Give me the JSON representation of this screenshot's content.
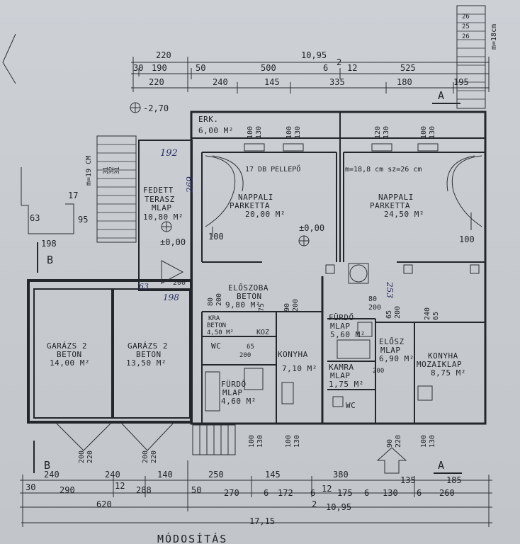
{
  "plan": {
    "dims_top_row1": [
      "220",
      "10,95"
    ],
    "dims_top_row2": [
      "30",
      "190",
      "50",
      "500",
      "6",
      "2",
      "12",
      "525"
    ],
    "dims_top_row3": [
      "220",
      "240",
      "145",
      "335",
      "180",
      "195"
    ],
    "level_label": "-2,70",
    "section_a": "A",
    "section_b": "B",
    "stair_right_note": "m=18cm",
    "stair_right_steps": [
      "26",
      "25",
      "26"
    ],
    "stair_left_note": "m=19 CM",
    "stair_left_steps": [
      "31",
      "32",
      "31"
    ],
    "left_marks": [
      "17",
      "63",
      "95",
      "198"
    ],
    "rooms": [
      {
        "name_line1": "ERK.",
        "name_line2": "6,00 M²"
      },
      {
        "name_line1": "FEDETT",
        "name_line2": "TERASZ",
        "name_line3": "MLAP",
        "name_line4": "10,80 M²"
      },
      {
        "name_line1": "NAPPALI",
        "name_line2": "PARKETTA",
        "name_line3": "20,00 M²"
      },
      {
        "name_line1": "NAPPALI",
        "name_line2": "PARKETTA",
        "name_line3": "24,50 M²"
      },
      {
        "name_line1": "ELŐSZOBA",
        "name_line2": "BETON",
        "name_line3": "9,80 M²"
      },
      {
        "name_line1": "KRA",
        "name_line2": "BETON",
        "name_line3": "4,50 M²"
      },
      {
        "name_line1": "KOZ"
      },
      {
        "name_line1": "WC"
      },
      {
        "name_line1": "FÜRDŐ",
        "name_line2": "MLAP",
        "name_line3": "4,60 M²"
      },
      {
        "name_line1": "KONYHA",
        "name_line2": "7,10 M²"
      },
      {
        "name_line1": "FÜRDŐ",
        "name_line2": "MLAP",
        "name_line3": "5,60 M²"
      },
      {
        "name_line1": "ELŐSZ",
        "name_line2": "MLAP",
        "name_line3": "6,90 M²"
      },
      {
        "name_line1": "KAMRA",
        "name_line2": "MLAP",
        "name_line3": "1,75 M²"
      },
      {
        "name_line1": "WC"
      },
      {
        "name_line1": "KONYHA",
        "name_line2": "MOZAIKLAP",
        "name_line3": "8,75 M²"
      },
      {
        "name_line1": "GARÁZS 2",
        "name_line2": "BETON",
        "name_line3": "14,00 M²"
      },
      {
        "name_line1": "GARÁZS 2",
        "name_line2": "BETON",
        "name_line3": "13,50 M²"
      }
    ],
    "stair_inner_left_note": "17 DB PELLEPŐ",
    "stair_inner_right_note": "m=18,8 cm  sz=26 cm",
    "level_zero_a": "±0,00",
    "level_zero_b": "±0,00",
    "hand_192": "192",
    "hand_198": "198",
    "hand_63": "63",
    "hand_269": "269",
    "hand_253": "253",
    "window_pairs": [
      [
        "100",
        "130"
      ],
      [
        "100",
        "130"
      ],
      [
        "120",
        "130"
      ],
      [
        "100",
        "130"
      ]
    ],
    "interior_dims": [
      "200",
      "100",
      "100",
      "80",
      "200",
      "90",
      "200",
      "75",
      "200",
      "65",
      "200",
      "80",
      "200",
      "65",
      "200",
      "240",
      "65",
      "200"
    ],
    "bottom_windows": [
      [
        "200",
        "220"
      ],
      [
        "200",
        "220"
      ],
      [
        "100",
        "130"
      ],
      [
        "100",
        "130"
      ],
      [
        "90",
        "220"
      ],
      [
        "100",
        "130"
      ]
    ],
    "dims_bottom_row1": [
      "240",
      "240",
      "140",
      "250",
      "145",
      "380",
      "135",
      "185"
    ],
    "dims_bottom_row2": [
      "30",
      "290",
      "12",
      "288",
      "50",
      "270",
      "6",
      "172",
      "6",
      "12",
      "175",
      "6",
      "130",
      "6",
      "260"
    ],
    "dims_bottom_row3": [
      "620",
      "2",
      "10,95"
    ],
    "dims_total": "17,15",
    "footer_title": "MÓDOSÍTÁS"
  }
}
